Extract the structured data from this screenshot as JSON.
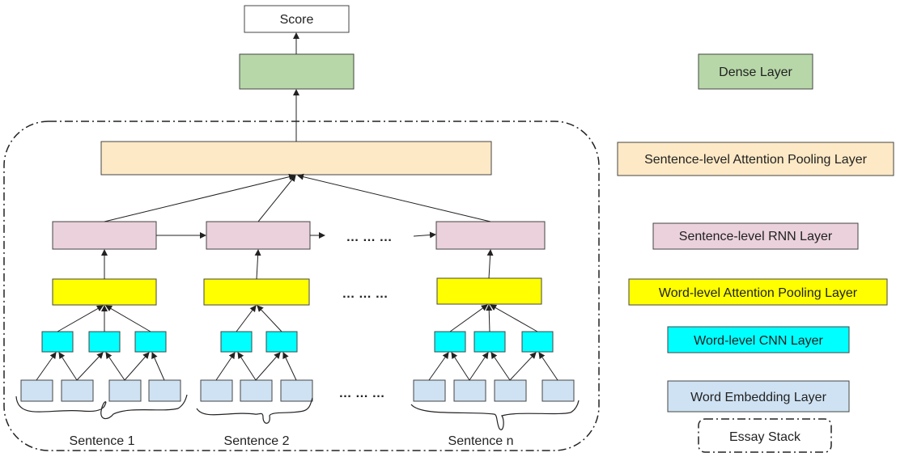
{
  "colors": {
    "dense": "#b7d7a8",
    "attention_pool": "#fde9c5",
    "rnn": "#ead1dc",
    "word_attention": "#ffff00",
    "cnn": "#00ffff",
    "embedding": "#cfe2f3"
  },
  "nodes": {
    "score": "Score"
  },
  "sentences": [
    "Sentence 1",
    "Sentence 2",
    "Sentence n"
  ],
  "ellipsis": "… … …",
  "legend": {
    "dense": "Dense Layer",
    "attention_pool": "Sentence-level Attention Pooling Layer",
    "rnn": "Sentence-level RNN Layer",
    "word_attention": "Word-level Attention Pooling Layer",
    "cnn": "Word-level CNN Layer",
    "embedding": "Word Embedding Layer",
    "essay_stack": "Essay Stack"
  }
}
